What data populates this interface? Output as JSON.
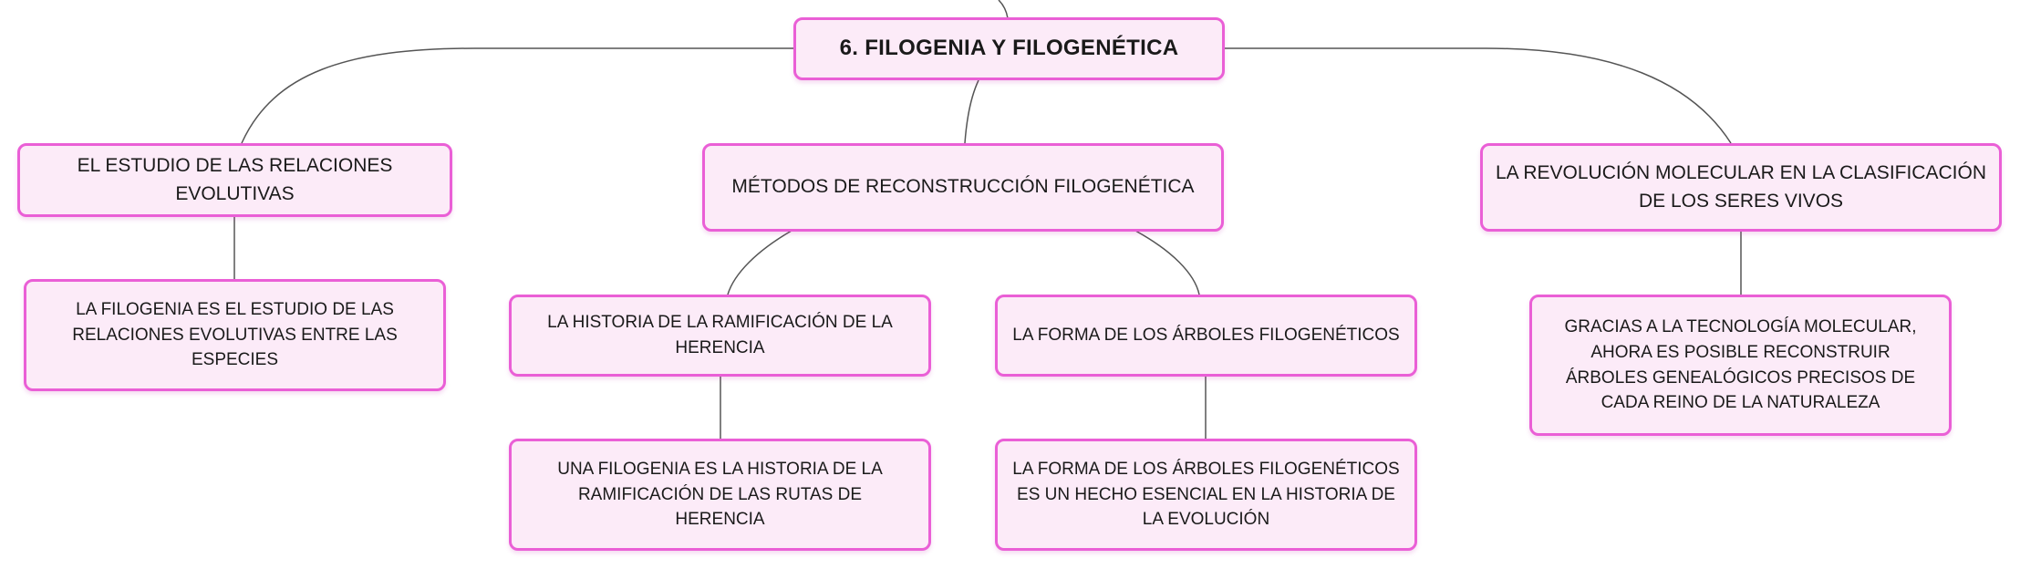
{
  "root": {
    "label": "6. FILOGENIA Y FILOGENÉTICA"
  },
  "branches": [
    {
      "label": "EL ESTUDIO DE LAS RELACIONES EVOLUTIVAS",
      "children": [
        {
          "label": "LA FILOGENIA ES EL ESTUDIO DE LAS RELACIONES EVOLUTIVAS ENTRE LAS ESPECIES"
        }
      ]
    },
    {
      "label": "MÉTODOS DE RECONSTRUCCIÓN FILOGENÉTICA",
      "children": [
        {
          "label": "LA HISTORIA DE LA RAMIFICACIÓN DE LA HERENCIA",
          "children": [
            {
              "label": "UNA FILOGENIA ES LA HISTORIA DE LA RAMIFICACIÓN DE LAS RUTAS DE HERENCIA"
            }
          ]
        },
        {
          "label": "LA FORMA DE LOS ÁRBOLES FILOGENÉTICOS",
          "children": [
            {
              "label": "LA FORMA DE LOS ÁRBOLES FILOGENÉTICOS ES UN HECHO ESENCIAL EN LA HISTORIA DE LA EVOLUCIÓN"
            }
          ]
        }
      ]
    },
    {
      "label": "LA REVOLUCIÓN MOLECULAR EN LA CLASIFICACIÓN DE LOS SERES VIVOS",
      "children": [
        {
          "label": "GRACIAS A LA TECNOLOGÍA MOLECULAR, AHORA ES POSIBLE RECONSTRUIR ÁRBOLES GENEALÓGICOS PRECISOS DE CADA REINO DE LA NATURALEZA"
        }
      ]
    }
  ]
}
